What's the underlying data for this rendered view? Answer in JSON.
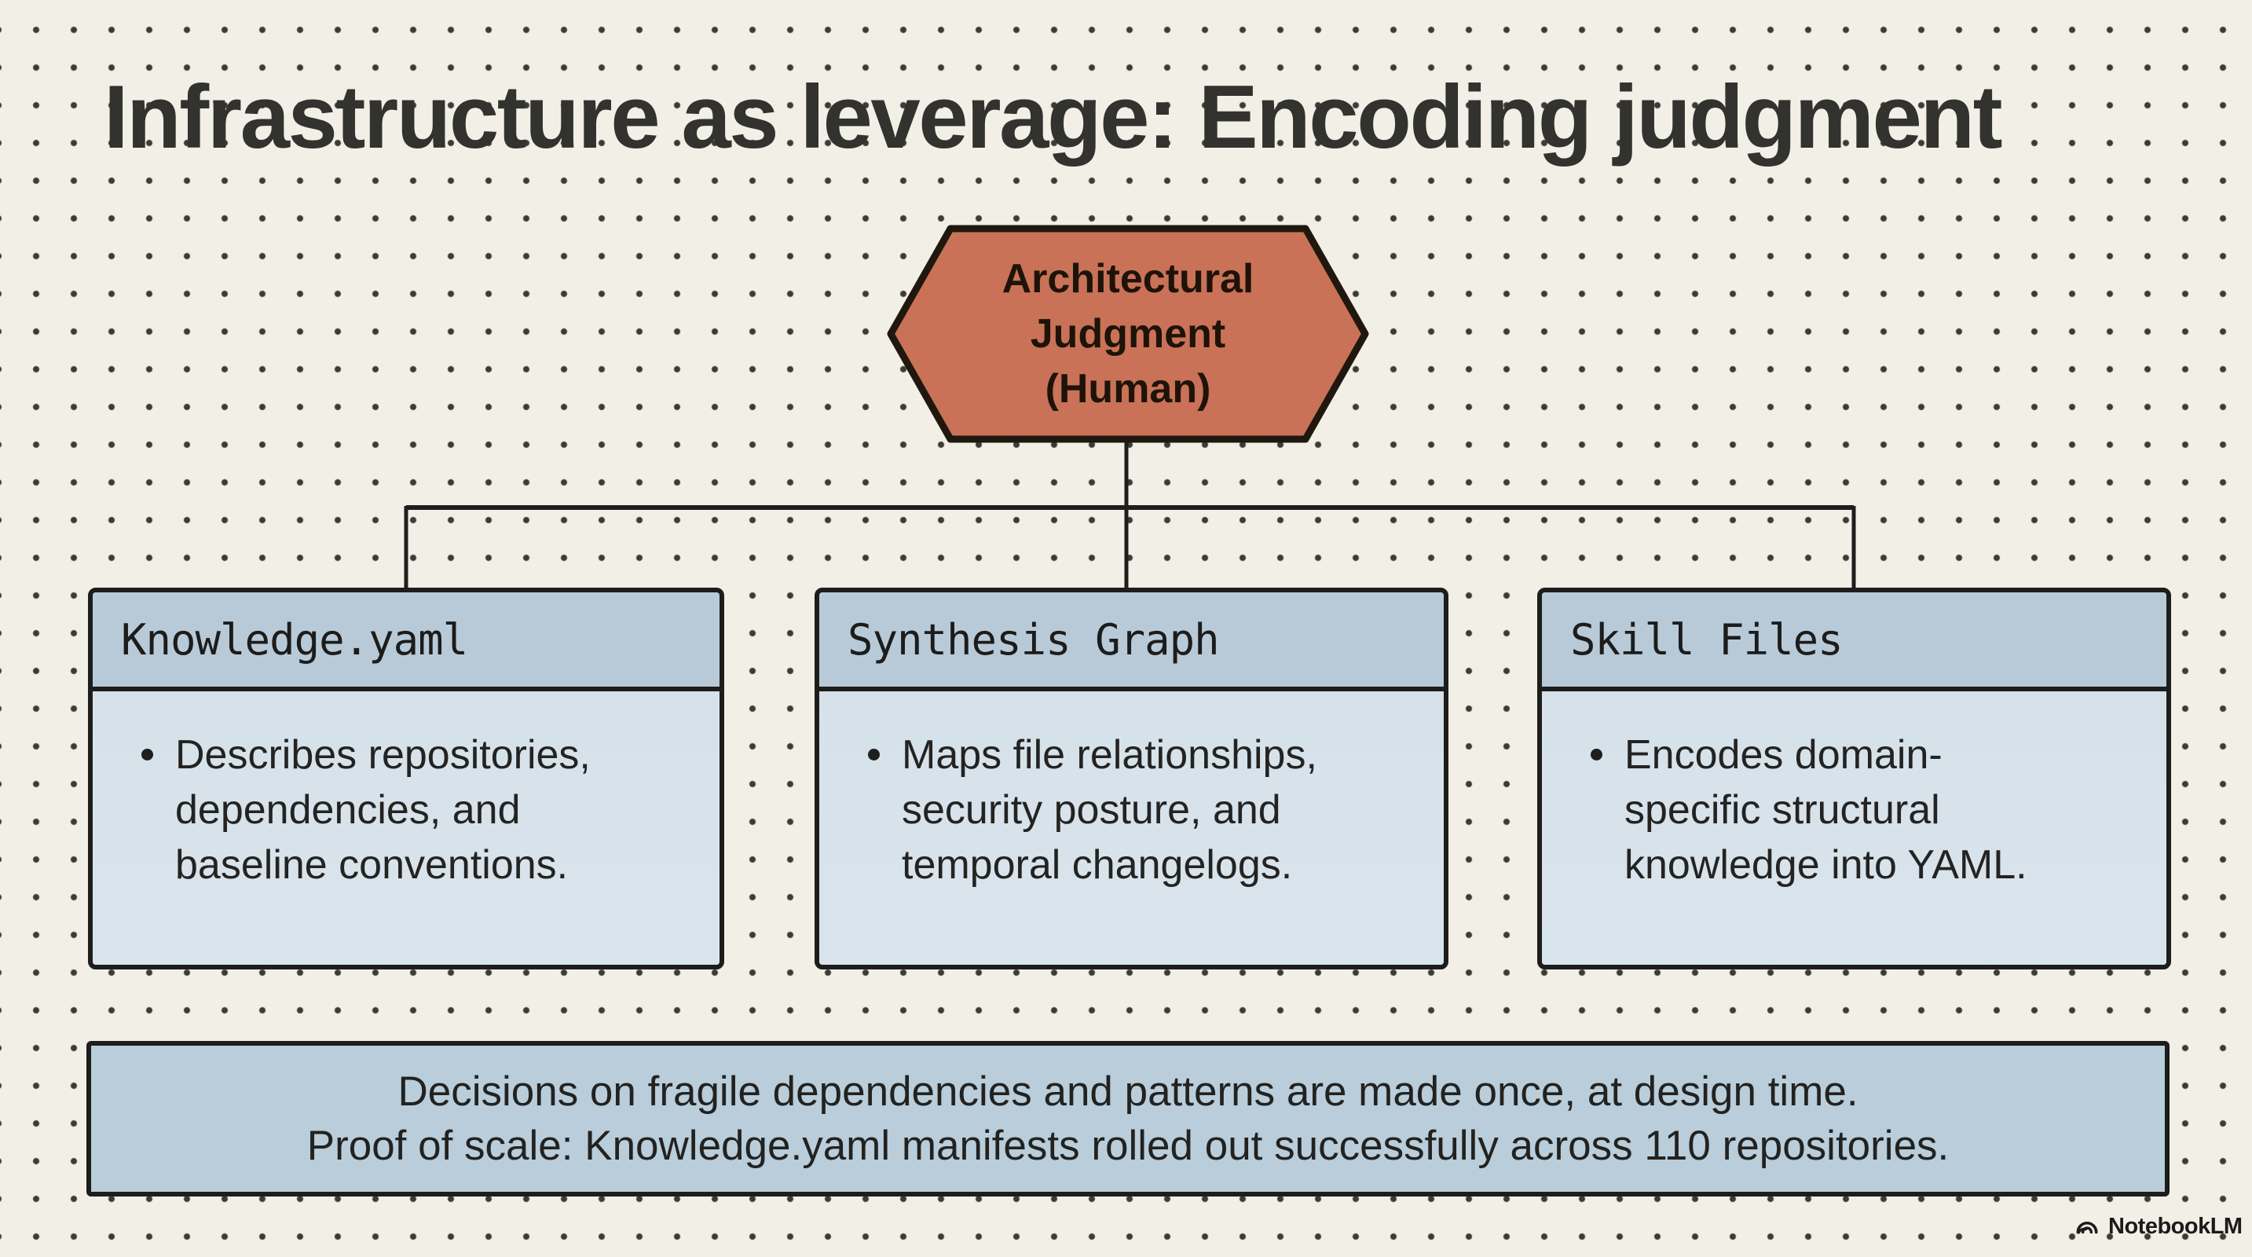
{
  "title": "Infrastructure as leverage: Encoding judgment",
  "hexagon": {
    "line1": "Architectural",
    "line2": "Judgment",
    "line3": "(Human)"
  },
  "boxes": [
    {
      "header": "Knowledge.yaml",
      "bullet": "Describes repositories, dependencies, and baseline conventions."
    },
    {
      "header": "Synthesis Graph",
      "bullet": "Maps file relationships, security posture, and temporal changelogs."
    },
    {
      "header": "Skill Files",
      "bullet": "Encodes domain-specific structural knowledge into YAML."
    }
  ],
  "footer_bar": {
    "line1": "Decisions on fragile dependencies and patterns are made once, at design time.",
    "line2": "Proof of scale: Knowledge.yaml manifests rolled out successfully across 110 repositories."
  },
  "watermark": {
    "label": "NotebookLM",
    "icon": "notebooklm-logo-icon"
  },
  "colors": {
    "background": "#f2efe7",
    "dot_grid": "#3c3b36",
    "hexagon_fill": "#c97257",
    "hexagon_border": "#20170f",
    "box_header_fill": "#b8cad8",
    "box_body_fill": "#d8e3eb",
    "box_border": "#1d1d1b",
    "footer_fill": "#b9cdda",
    "title_text": "#32322e",
    "body_text": "#232322"
  }
}
